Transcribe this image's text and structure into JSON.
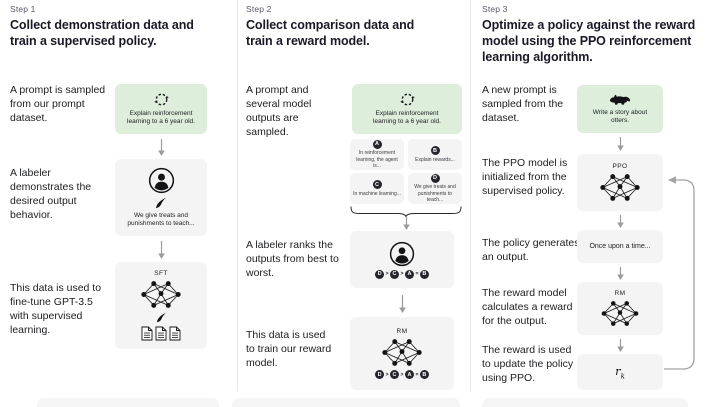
{
  "colors": {
    "prompt_box_green": "#ddefdb",
    "model_box_gray": "#f4f4f4",
    "text_ink": "#202123",
    "step_label_gray": "#565869",
    "arrow_gray": "#9b9b9b",
    "divider_gray": "#e7e7e7"
  },
  "step1": {
    "label": "Step 1",
    "title": "Collect demonstration data and train a supervised policy.",
    "rows": [
      {
        "text": "A prompt is sampled from our prompt dataset.",
        "icon": "cycle-icon",
        "box_caption": "Explain reinforcement learning to a 6 year old."
      },
      {
        "text": "A labeler demonstrates the desired output behavior.",
        "icon": "labeler-icon",
        "box_caption": "We give treats and punishments to teach..."
      },
      {
        "text": "This data is used to fine-tune GPT-3.5 with supervised learning.",
        "icon": "neural-net-icon",
        "box_label": "SFT"
      }
    ]
  },
  "step2": {
    "label": "Step 2",
    "title": "Collect comparison data and train a reward model.",
    "rows": [
      {
        "text": "A prompt and several model outputs are sampled.",
        "icon": "cycle-icon",
        "box_caption": "Explain reinforcement learning to a 6 year old.",
        "outputs": [
          {
            "letter": "A",
            "caption": "In reinforcement learning, the agent is..."
          },
          {
            "letter": "B",
            "caption": "Explain rewards..."
          },
          {
            "letter": "C",
            "caption": "In machine learning..."
          },
          {
            "letter": "D",
            "caption": "We give treats and punishments to teach..."
          }
        ]
      },
      {
        "text": "A labeler ranks the outputs from best to worst.",
        "icon": "labeler-icon"
      },
      {
        "text": "This data is used to train our reward model.",
        "icon": "neural-net-icon",
        "box_label": "RM"
      }
    ],
    "ranking": {
      "letters": [
        "D",
        "C",
        "A",
        "B"
      ],
      "separators": [
        ">",
        ">",
        "="
      ]
    }
  },
  "step3": {
    "label": "Step 3",
    "title": "Optimize a policy against the reward model using the PPO reinforcement learning algorithm.",
    "rows": [
      {
        "text": "A new prompt is sampled from the dataset.",
        "icon": "otter-icon",
        "box_caption": "Write a story about otters."
      },
      {
        "text": "The PPO model is initialized from the supervised policy.",
        "icon": "neural-net-icon",
        "box_label": "PPO"
      },
      {
        "text": "The policy generates an output.",
        "box_caption": "Once upon a time..."
      },
      {
        "text": "The reward model calculates a reward for the output.",
        "icon": "neural-net-icon",
        "box_label": "RM"
      },
      {
        "text": "The reward is used to update the policy using PPO.",
        "box_label": "r",
        "box_label_sub": "k"
      }
    ]
  }
}
